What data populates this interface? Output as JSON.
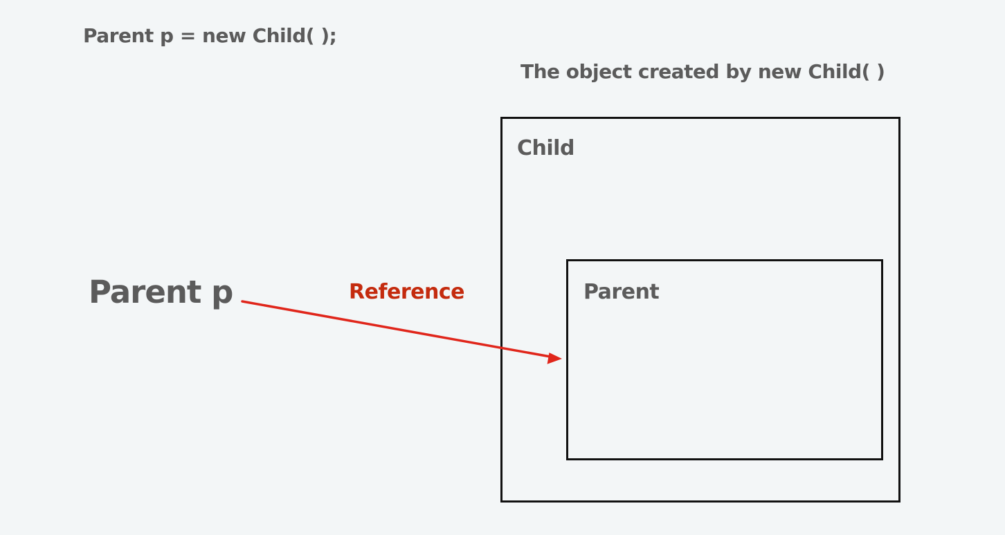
{
  "code": {
    "statement": "Parent p = new Child( );"
  },
  "object": {
    "caption": "The object created by new Child( )",
    "outer_label": "Child",
    "inner_label": "Parent"
  },
  "variable": {
    "label": "Parent p"
  },
  "reference": {
    "label": "Reference",
    "color": "#e0261b"
  },
  "colors": {
    "background": "#f3f6f7",
    "text": "#5b5b5b",
    "reference_text": "#c42b0e",
    "box_border": "#111111"
  }
}
